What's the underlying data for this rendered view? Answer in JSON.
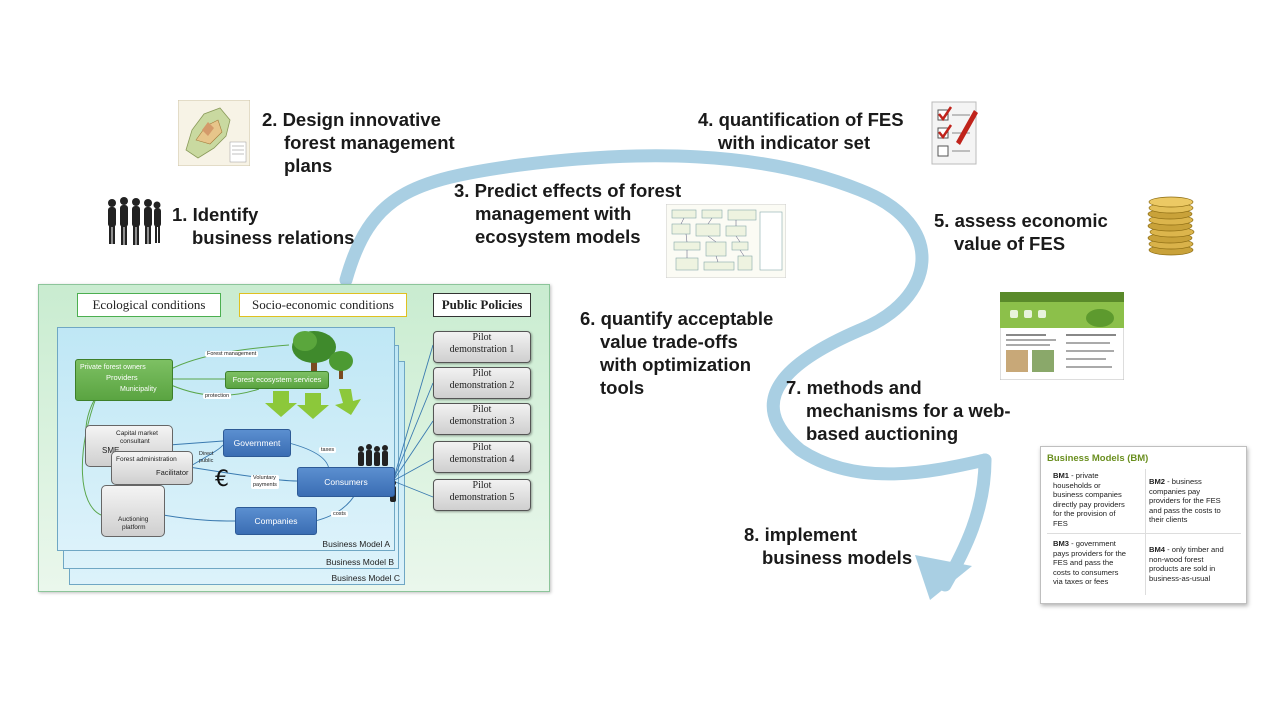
{
  "steps": [
    {
      "id": "1",
      "lines": [
        "1. Identify",
        "business relations"
      ]
    },
    {
      "id": "2",
      "lines": [
        "2. Design innovative",
        "forest management",
        "plans"
      ]
    },
    {
      "id": "3",
      "lines": [
        "3. Predict effects of forest",
        "management with",
        "ecosystem models"
      ]
    },
    {
      "id": "4",
      "lines": [
        "4. quantification of  FES",
        "with indicator  set"
      ]
    },
    {
      "id": "5",
      "lines": [
        "5. assess economic",
        "value of FES"
      ]
    },
    {
      "id": "6",
      "lines": [
        "6. quantify acceptable",
        "value trade-offs",
        "with optimization",
        "tools"
      ]
    },
    {
      "id": "7",
      "lines": [
        "7. methods and",
        "mechanisms for a web-",
        "based auctioning"
      ]
    },
    {
      "id": "8",
      "lines": [
        "8. implement",
        "business models"
      ]
    }
  ],
  "inset": {
    "conditions": [
      "Ecological conditions",
      "Socio-economic conditions",
      "Public Policies"
    ],
    "pilots": [
      {
        "line1": "Pilot",
        "line2": "demonstration 1"
      },
      {
        "line1": "Pilot",
        "line2": "demonstration 2"
      },
      {
        "line1": "Pilot",
        "line2": "demonstration 3"
      },
      {
        "line1": "Pilot",
        "line2": "demonstration 4"
      },
      {
        "line1": "Pilot",
        "line2": "demonstration 5"
      }
    ],
    "layers": [
      "Business Model A",
      "Business Model B",
      "Business Model C"
    ],
    "providers": {
      "line1": "Private forest owners",
      "line2": "Providers",
      "line3": "Municipality"
    },
    "forest_services": "Forest ecosystem services",
    "forest_management": "Forest management",
    "protection": "protection",
    "capital_market": {
      "line1": "Capital market",
      "line2": "consultant"
    },
    "sme": "SME",
    "forest_admin": "Forest administration",
    "facilitator": "Facilitator",
    "auction_platform": {
      "line1": "Auctioning",
      "line2": "platform"
    },
    "direct_public": {
      "line1": "Direct",
      "line2": "public"
    },
    "voluntary": {
      "line1": "Voluntary",
      "line2": "payments"
    },
    "euro": "€",
    "government": "Government",
    "consumers": "Consumers",
    "companies": "Companies",
    "taxes": "taxes",
    "costs": "costs"
  },
  "bm_table": {
    "title": "Business Models (BM)",
    "bm1_key": "BM1",
    "bm1_lines": [
      " - private",
      "households or",
      "business companies",
      "directly pay providers",
      "for the provision of",
      "FES"
    ],
    "bm2_key": "BM2",
    "bm2_lines": [
      " - business",
      "companies pay",
      "providers for the FES",
      "and pass the costs to",
      "their clients"
    ],
    "bm3_key": "BM3",
    "bm3_lines": [
      " - government",
      "pays providers for the",
      "FES and pass the",
      "costs to consumers",
      "via taxes or fees"
    ],
    "bm4_key": "BM4",
    "bm4_lines": [
      " - only timber and",
      "non-wood forest",
      "products are sold in",
      "business-as-usual"
    ]
  },
  "icons": [
    "people-silhouette-icon",
    "forest-map-icon",
    "checklist-icon",
    "coin-stack-icon",
    "model-diagram-icon",
    "website-thumbnail-icon"
  ],
  "colors": {
    "flow_arrow": "#a9cfe3",
    "inset_bg": "#d3efd8",
    "blue_box": "#4a7fc1",
    "green_box": "#6ab550",
    "bm_title": "#6a8f1f"
  }
}
